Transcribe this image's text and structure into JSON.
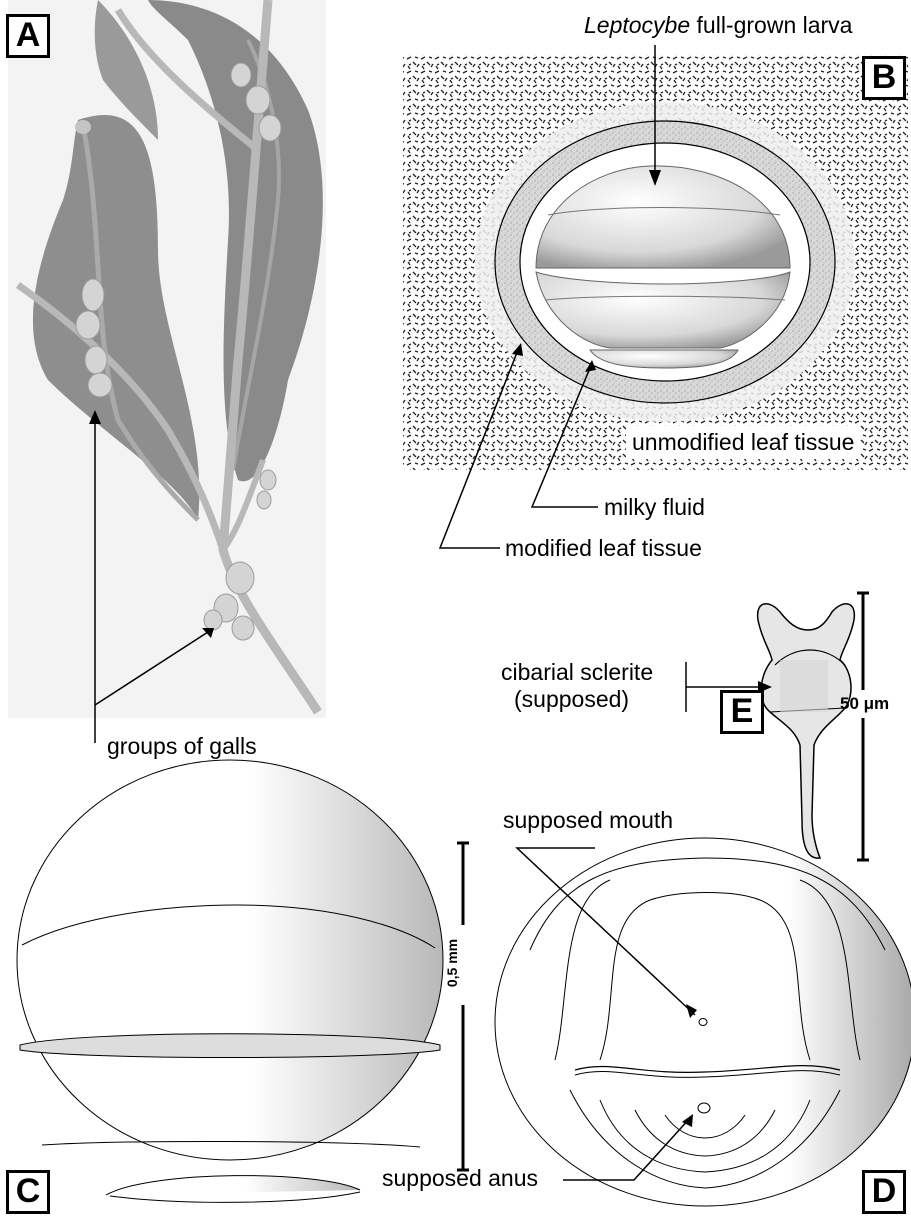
{
  "panels": {
    "A": "A",
    "B": "B",
    "C": "C",
    "D": "D",
    "E": "E"
  },
  "panel_b": {
    "title_italic": "Leptocybe",
    "title_rest": " full-grown larva",
    "unmodified_tissue": "unmodified leaf tissue",
    "milky_fluid": "milky fluid",
    "modified_tissue": "modified leaf tissue"
  },
  "panel_a": {
    "groups_of_galls": "groups of galls"
  },
  "panel_e": {
    "cibarial_line1": "cibarial sclerite",
    "cibarial_line2": "(supposed)",
    "scale": "50 μm"
  },
  "panel_cd": {
    "scale": "0,5 mm",
    "supposed_mouth": "supposed mouth",
    "supposed_anus": "supposed anus"
  },
  "colors": {
    "photo_bg": "#f2f2f2",
    "leaf": "#8c8c8c",
    "stem": "#b4b4b4",
    "gall": "#d2d2d2",
    "line": "#000000"
  }
}
